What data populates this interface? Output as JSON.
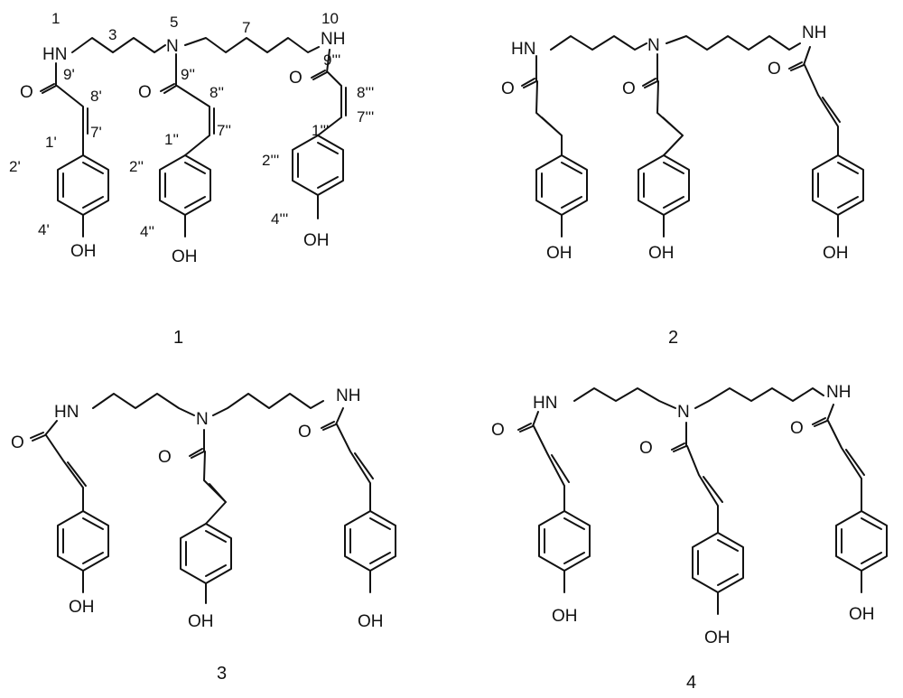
{
  "figure": {
    "compounds": [
      {
        "id": "1",
        "caption": "1",
        "atoms": {
          "amide_n1": "HN",
          "amine_n": "N",
          "amide_n2": "NH",
          "oxygens": [
            "O",
            "O",
            "O"
          ],
          "hydroxyls": [
            "OH",
            "OH",
            "OH"
          ]
        },
        "numbering": {
          "n1": "1",
          "c3": "3",
          "n5": "5",
          "c7": "7",
          "n10": "10",
          "c9p": "9'",
          "c8p": "8'",
          "c7p": "7'",
          "c1p": "1'",
          "c2p": "2'",
          "c4p": "4'",
          "c9pp": "9''",
          "c8pp": "8''",
          "c7pp": "7''",
          "c1pp": "1''",
          "c2pp": "2''",
          "c4pp": "4''",
          "c9ppp": "9'''",
          "c8ppp": "8'''",
          "c7ppp": "7'''",
          "c1ppp": "1'''",
          "c2ppp": "2'''",
          "c4ppp": "4'''"
        }
      },
      {
        "id": "2",
        "caption": "2",
        "atoms": {
          "amide_n1": "HN",
          "amine_n": "N",
          "amide_n2": "NH",
          "oxygens": [
            "O",
            "O",
            "O"
          ],
          "hydroxyls": [
            "OH",
            "OH",
            "OH"
          ]
        }
      },
      {
        "id": "3",
        "caption": "3",
        "atoms": {
          "amide_n1": "HN",
          "amine_n": "N",
          "amide_n2": "NH",
          "oxygens": [
            "O",
            "O",
            "O"
          ],
          "hydroxyls": [
            "OH",
            "OH",
            "OH"
          ]
        }
      },
      {
        "id": "4",
        "caption": "4",
        "atoms": {
          "amide_n1": "HN",
          "amine_n": "N",
          "amide_n2": "NH",
          "oxygens": [
            "O",
            "O",
            "O"
          ],
          "hydroxyls": [
            "OH",
            "OH",
            "OH"
          ]
        }
      }
    ]
  }
}
